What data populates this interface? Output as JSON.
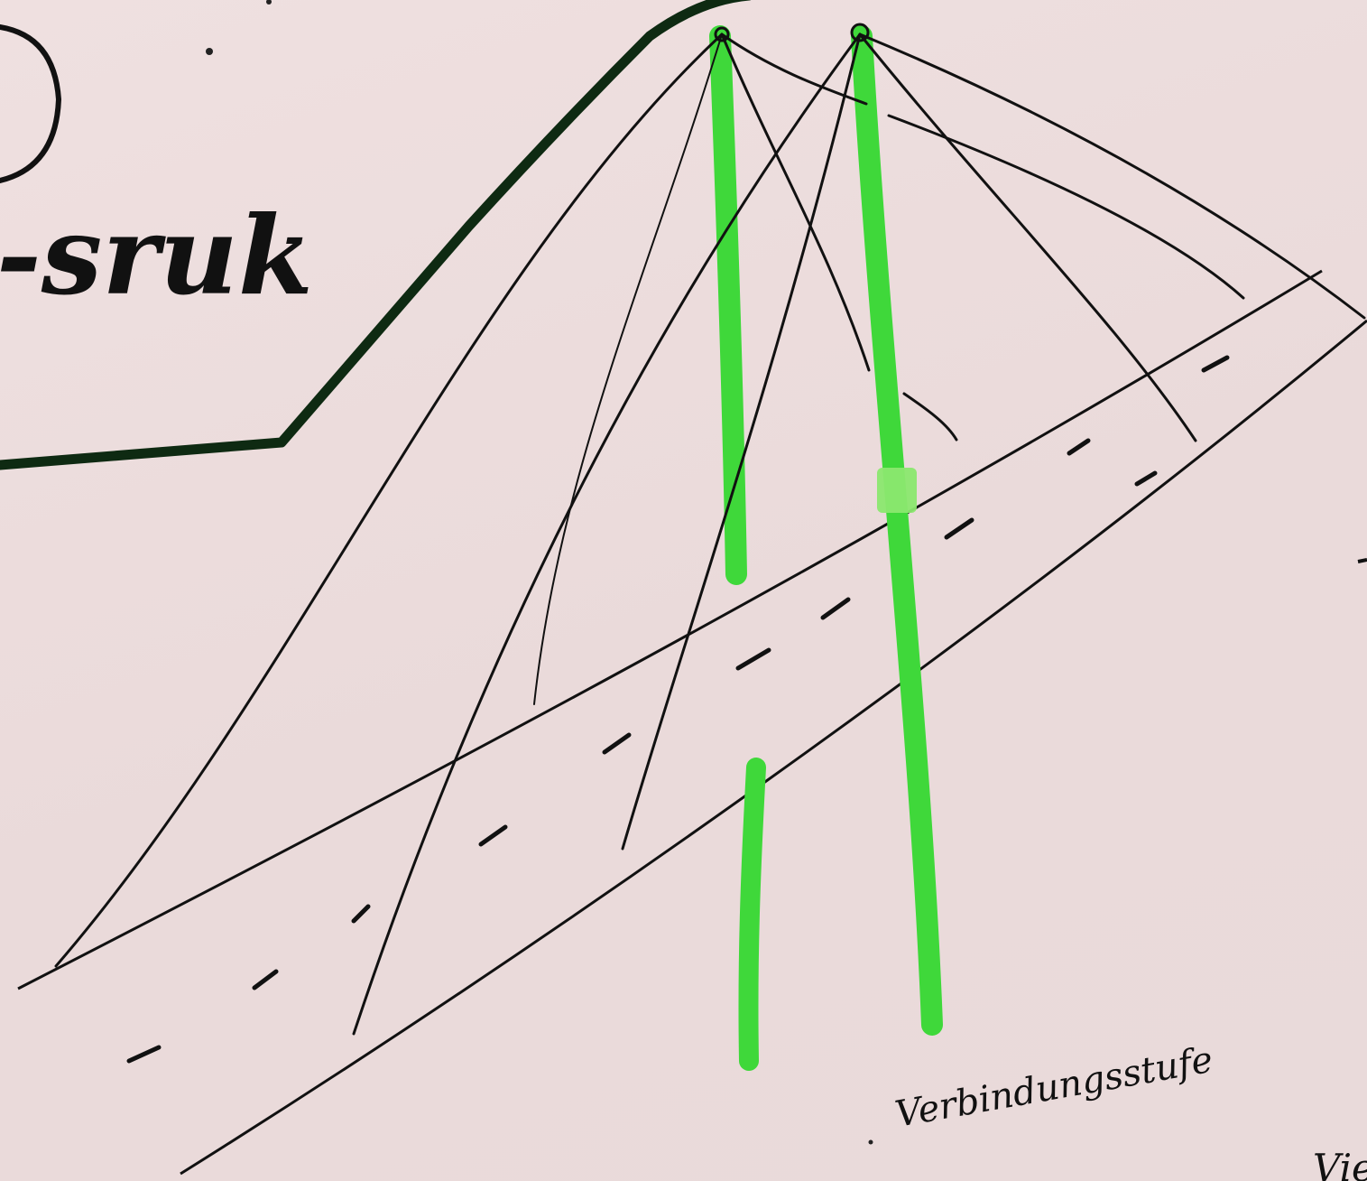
{
  "labels": {
    "top_left_word": "-sruk",
    "connection_label": "Verbindungsstufe",
    "bottom_right_partial": "Vie"
  },
  "colors": {
    "paper": "#ecdcdc",
    "ink": "#111111",
    "outline": "#0e2a12",
    "pylon_green": "#3fd83a",
    "highlight": "#8be86f"
  }
}
